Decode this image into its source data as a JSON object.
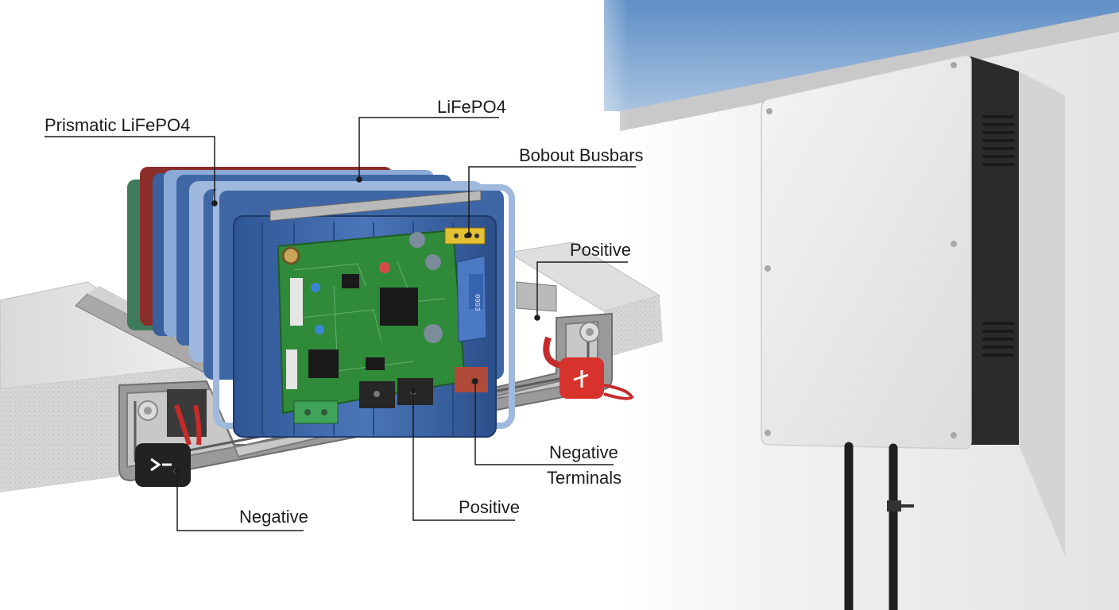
{
  "labels": {
    "prismatic": "Prismatic LiFePO4",
    "lifepo4": "LiFePO4",
    "busbars": "Bobout Busbars",
    "positive_top": "Positive",
    "negative_terminals_line1": "Negative",
    "negative_terminals_line2": "Terminals",
    "positive_bottom": "Positive",
    "negative_left": "Negative",
    "pcb_display": "0993"
  },
  "colors": {
    "cell_blue": "#3f67a6",
    "cell_blue_light": "#8aa9d6",
    "cell_red": "#8b2e2a",
    "cell_green": "#3f7a5a",
    "pcb_green": "#2f8a3a",
    "terminal_red": "#d8322d",
    "terminal_black": "#222222",
    "sky": "#6f99c9",
    "wall": "#e9e9e9"
  }
}
